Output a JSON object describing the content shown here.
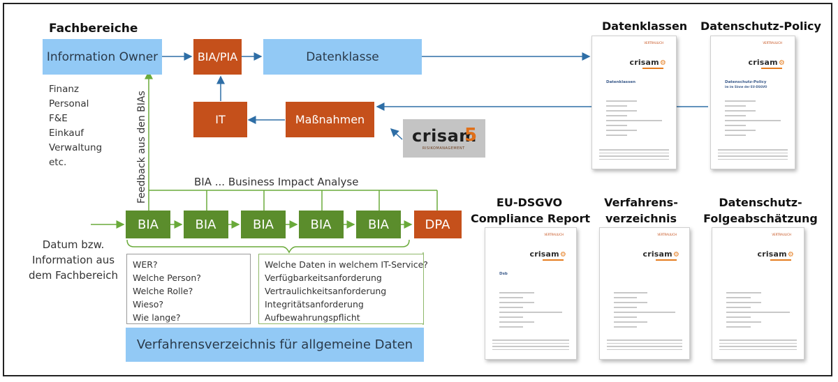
{
  "fachbereiche": {
    "heading": "Fachbereiche",
    "items": [
      "Finanz",
      "Personal",
      "F&E",
      "Einkauf",
      "Verwaltung",
      "etc."
    ]
  },
  "boxes": {
    "information_owner": "Information Owner",
    "bia_pia": "BIA/PIA",
    "datenklasse": "Datenklasse",
    "it": "IT",
    "massnahmen": "Maßnahmen"
  },
  "feedback_label": "Feedback aus den BIAs",
  "bia_caption": "BIA ... Business Impact Analyse",
  "chain": {
    "bia_label": "BIA",
    "bia_count": 5,
    "dpa_label": "DPA"
  },
  "datum_text": [
    "Datum bzw.",
    "Information aus",
    "dem Fachbereich"
  ],
  "questions_left": [
    "WER?",
    "Welche Person?",
    "Welche Rolle?",
    "Wieso?",
    "Wie lange?"
  ],
  "questions_right": [
    "Welche Daten in welchem IT-Service?",
    "Verfügbarkeitsanforderung",
    "Vertraulichkeitsanforderung",
    "Integritätsanforderung",
    "Aufbewahrungspflicht"
  ],
  "footer_box": "Verfahrensverzeichnis für allgemeine Daten",
  "crisam5_logo": {
    "word": "crisam",
    "digit": "5",
    "subtitle": "RISIKOMANAGEMENT"
  },
  "documents": [
    {
      "heading": "Datenklassen",
      "title": "Datenklassen",
      "subtitle": ""
    },
    {
      "heading": "Datenschutz-Policy",
      "title": "Datenschutz-Policy",
      "subtitle": "im im Sinne der EU-DSGVO"
    },
    {
      "heading_lines": [
        "EU-DSGVO",
        "Compliance Report"
      ],
      "title": "Dsb",
      "subtitle": ""
    },
    {
      "heading_lines": [
        "Verfahrens-",
        "verzeichnis"
      ],
      "title": "",
      "subtitle": ""
    },
    {
      "heading_lines": [
        "Datenschutz-",
        "Folgeabschätzung"
      ],
      "title": "",
      "subtitle": ""
    }
  ],
  "doc_logo": "crisam",
  "doc_tag": "VERTRAULICH",
  "colors": {
    "blue_box": "#92c9f5",
    "orange_box": "#c5501b",
    "green_box": "#5b8d2c",
    "arrow_blue": "#2e6ea6",
    "arrow_green": "#6aaa3a"
  }
}
